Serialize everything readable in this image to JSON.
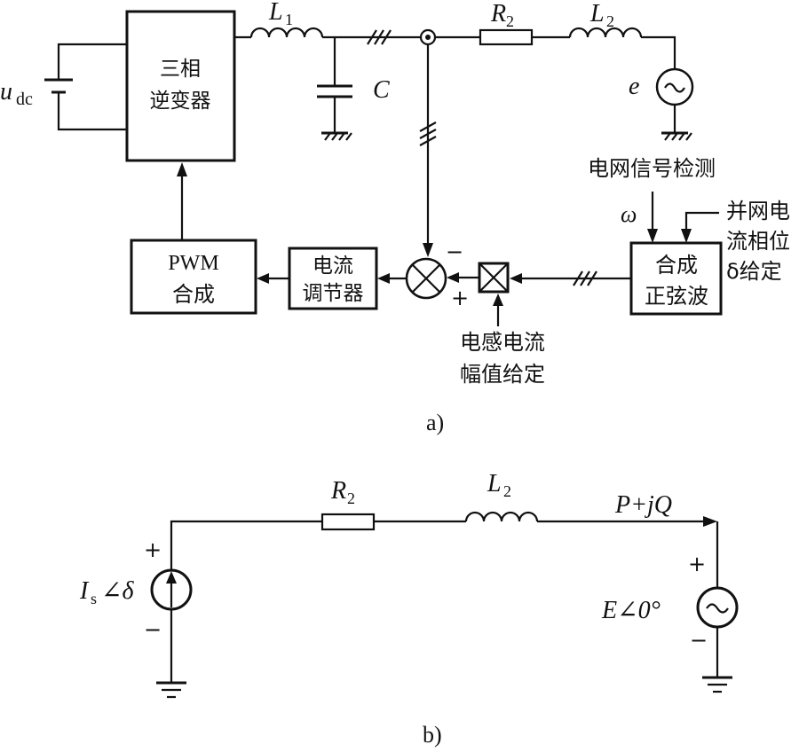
{
  "colors": {
    "ink": "#111111",
    "background": "#ffffff"
  },
  "figure_a": {
    "caption": "a)",
    "inverter_label_line1": "三相",
    "inverter_label_line2": "逆变器",
    "dc_source_label": "u",
    "dc_source_subscript": "dc",
    "inductor1_label": "L",
    "inductor1_subscript": "1",
    "capacitor_label": "C",
    "resistor_label": "R",
    "resistor_subscript": "2",
    "inductor2_label": "L",
    "inductor2_subscript": "2",
    "grid_source_label": "e",
    "grid_detect_label": "电网信号检测",
    "omega_label": "ω",
    "phase_ref_label_line1": "并网电",
    "phase_ref_label_line2": "流相位",
    "phase_ref_label_line3": "δ给定",
    "sine_block_line1": "合成",
    "sine_block_line2": "正弦波",
    "amplitude_ref_line1": "电感电流",
    "amplitude_ref_line2": "幅值给定",
    "summer_minus": "−",
    "summer_plus": "+",
    "regulator_line1": "电流",
    "regulator_line2": "调节器",
    "pwm_line1": "PWM",
    "pwm_line2": "合成"
  },
  "figure_b": {
    "caption": "b)",
    "resistor_label": "R",
    "resistor_subscript": "2",
    "inductor_label": "L",
    "inductor_subscript": "2",
    "power_label": "P+jQ",
    "current_source_label": "I",
    "current_source_subscript": "s",
    "current_source_angle": "∠δ",
    "current_source_plus": "+",
    "current_source_minus": "−",
    "voltage_source_label": "E∠0°",
    "voltage_source_plus": "+",
    "voltage_source_minus": "−"
  }
}
